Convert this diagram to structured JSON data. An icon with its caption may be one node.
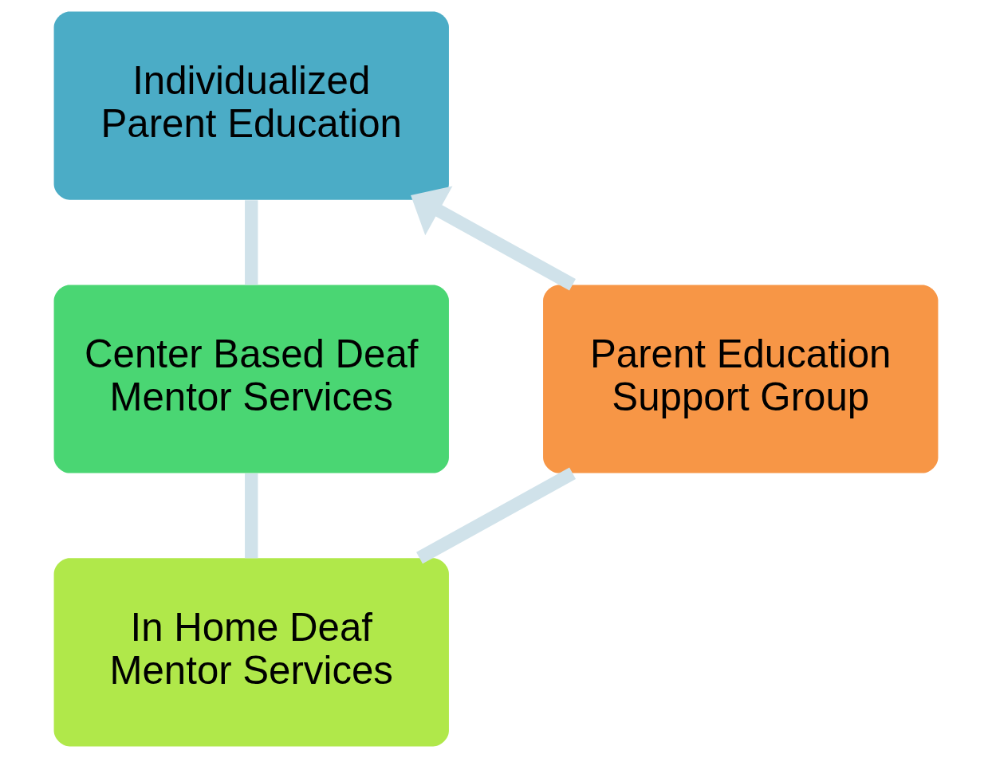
{
  "diagram": {
    "nodes": [
      {
        "text": [
          "Individualized Parent Education"
        ]
      },
      {
        "text": [
          "Center Based Deaf Mentor Services"
        ]
      },
      {
        "text": [
          "In Home Deaf Mentor Services"
        ]
      },
      {
        "text": [
          "Parent Education Support Group"
        ]
      }
    ],
    "edges": [
      {
        "from": 0,
        "to": 1,
        "arrow": "none"
      },
      {
        "from": 1,
        "to": 2,
        "arrow": "none"
      },
      {
        "from": 2,
        "to": 3,
        "arrow": "none"
      },
      {
        "from": 3,
        "to": 0,
        "arrow": "to"
      }
    ]
  }
}
